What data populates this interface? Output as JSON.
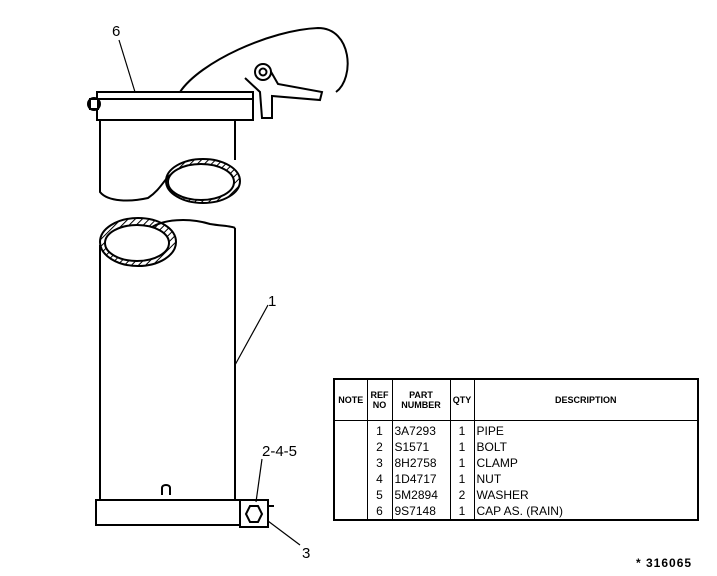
{
  "callouts": {
    "cap": "6",
    "pipe": "1",
    "bolt_nut_washer": "2-4-5",
    "clamp": "3"
  },
  "table": {
    "headers": {
      "note": "NOTE",
      "ref_line1": "REF",
      "ref_line2": "NO",
      "part_line1": "PART",
      "part_line2": "NUMBER",
      "qty": "QTY",
      "description": "DESCRIPTION"
    },
    "rows": [
      {
        "note": "",
        "ref": "1",
        "part_number": "3A7293",
        "qty": "1",
        "description": "PIPE"
      },
      {
        "note": "",
        "ref": "2",
        "part_number": "S1571",
        "qty": "1",
        "description": "BOLT"
      },
      {
        "note": "",
        "ref": "3",
        "part_number": "8H2758",
        "qty": "1",
        "description": "CLAMP"
      },
      {
        "note": "",
        "ref": "4",
        "part_number": "1D4717",
        "qty": "1",
        "description": "NUT"
      },
      {
        "note": "",
        "ref": "5",
        "part_number": "5M2894",
        "qty": "2",
        "description": "WASHER"
      },
      {
        "note": "",
        "ref": "6",
        "part_number": "9S7148",
        "qty": "1",
        "description": "CAP AS. (RAIN)"
      }
    ]
  },
  "figure_number": "* 316065"
}
